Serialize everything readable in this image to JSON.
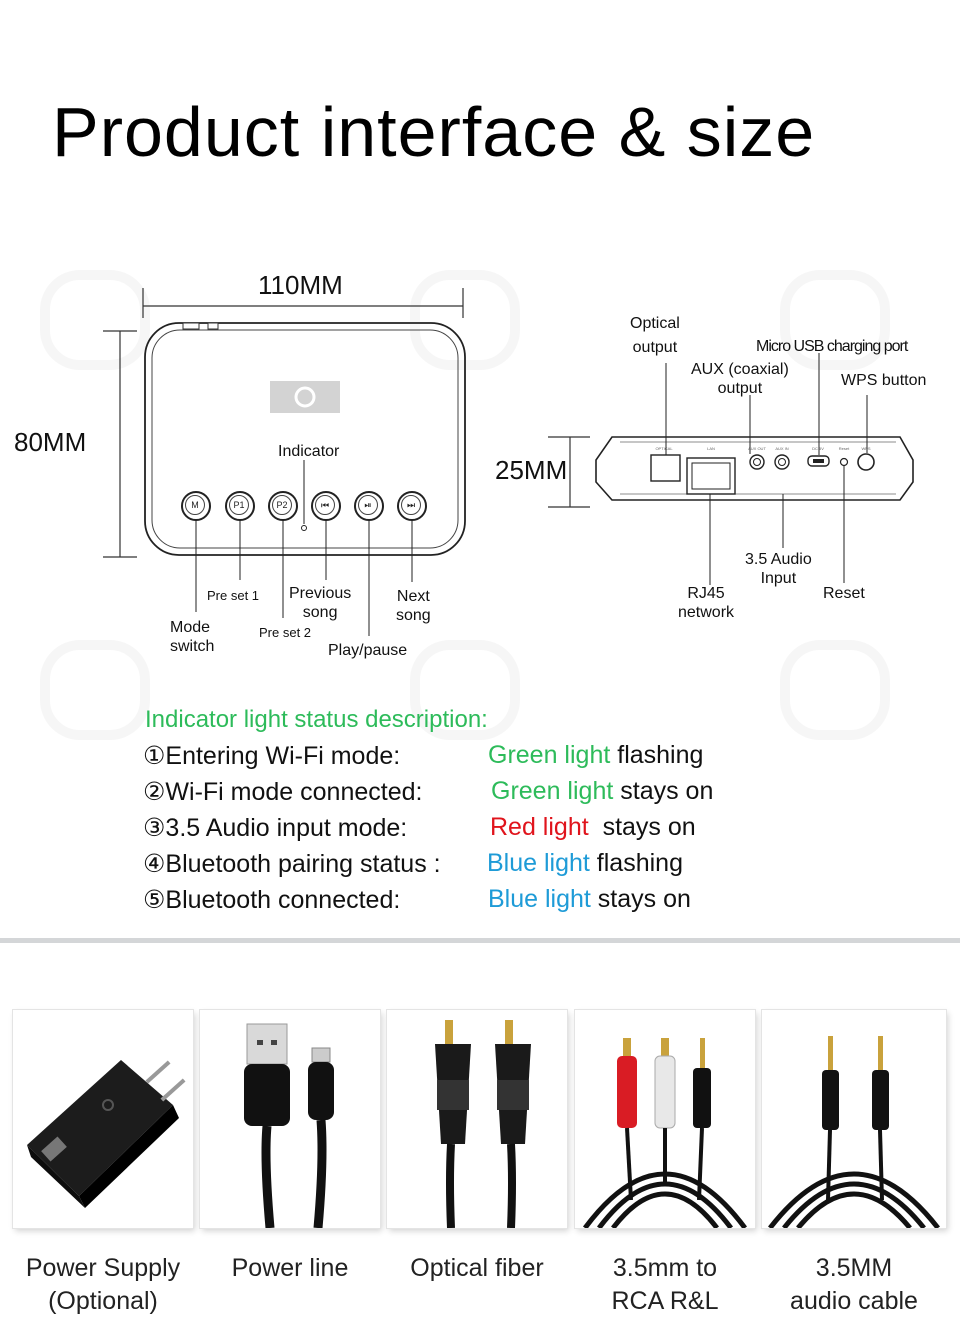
{
  "title": "Product interface & size",
  "front": {
    "width_dim": "110MM",
    "height_dim": "80MM",
    "indicator": "Indicator",
    "buttons": [
      {
        "icon": "M",
        "label": "Mode\nswitch"
      },
      {
        "icon": "P1",
        "label": "Pre set 1"
      },
      {
        "icon": "P2",
        "label": "Pre set 2"
      },
      {
        "icon": "⏮",
        "label": "Previous\nsong"
      },
      {
        "icon": "⏯",
        "label": "Play/pause"
      },
      {
        "icon": "⏭",
        "label": "Next\nsong"
      }
    ]
  },
  "back": {
    "depth_dim": "25MM",
    "ports_top": [
      {
        "label": "Optical\noutput"
      },
      {
        "label": "AUX (coaxial)\noutput"
      },
      {
        "label": "Micro USB charging port"
      },
      {
        "label": "WPS button"
      }
    ],
    "ports_bottom": [
      {
        "label": "RJ45\nnetwork"
      },
      {
        "label": "3.5 Audio\nInput"
      },
      {
        "label": "Reset"
      }
    ],
    "port_marks": [
      "OPTICAL",
      "LAN",
      "AUX OUT",
      "AUX IN",
      "DC 5V",
      "Reset",
      "WPS"
    ]
  },
  "status": {
    "heading": "Indicator light status description:",
    "rows": [
      {
        "num": "①",
        "mode": "Entering Wi-Fi mode:",
        "light": "Green light",
        "state": " flashing",
        "color": "#2dbb5a"
      },
      {
        "num": "②",
        "mode": "Wi-Fi mode connected:",
        "light": "Green light",
        "state": " stays on",
        "color": "#2dbb5a"
      },
      {
        "num": "③",
        "mode": "3.5 Audio input mode:",
        "light": "Red light",
        "state": "  stays on",
        "color": "#e0141c"
      },
      {
        "num": "④",
        "mode": "Bluetooth pairing status :",
        "light": "Blue light",
        "state": " flashing",
        "color": "#1e9bd7"
      },
      {
        "num": "⑤",
        "mode": "Bluetooth connected:",
        "light": "Blue light",
        "state": " stays on",
        "color": "#1e9bd7"
      }
    ]
  },
  "accessories": [
    {
      "icon": "power-adapter-icon",
      "caption": "Power Supply\n(Optional)"
    },
    {
      "icon": "usb-cable-icon",
      "caption": "Power line"
    },
    {
      "icon": "optical-cable-icon",
      "caption": "Optical fiber"
    },
    {
      "icon": "rca-cable-icon",
      "caption": "3.5mm to\nRCA R&L"
    },
    {
      "icon": "aux-cable-icon",
      "caption": "3.5MM\naudio cable"
    }
  ]
}
